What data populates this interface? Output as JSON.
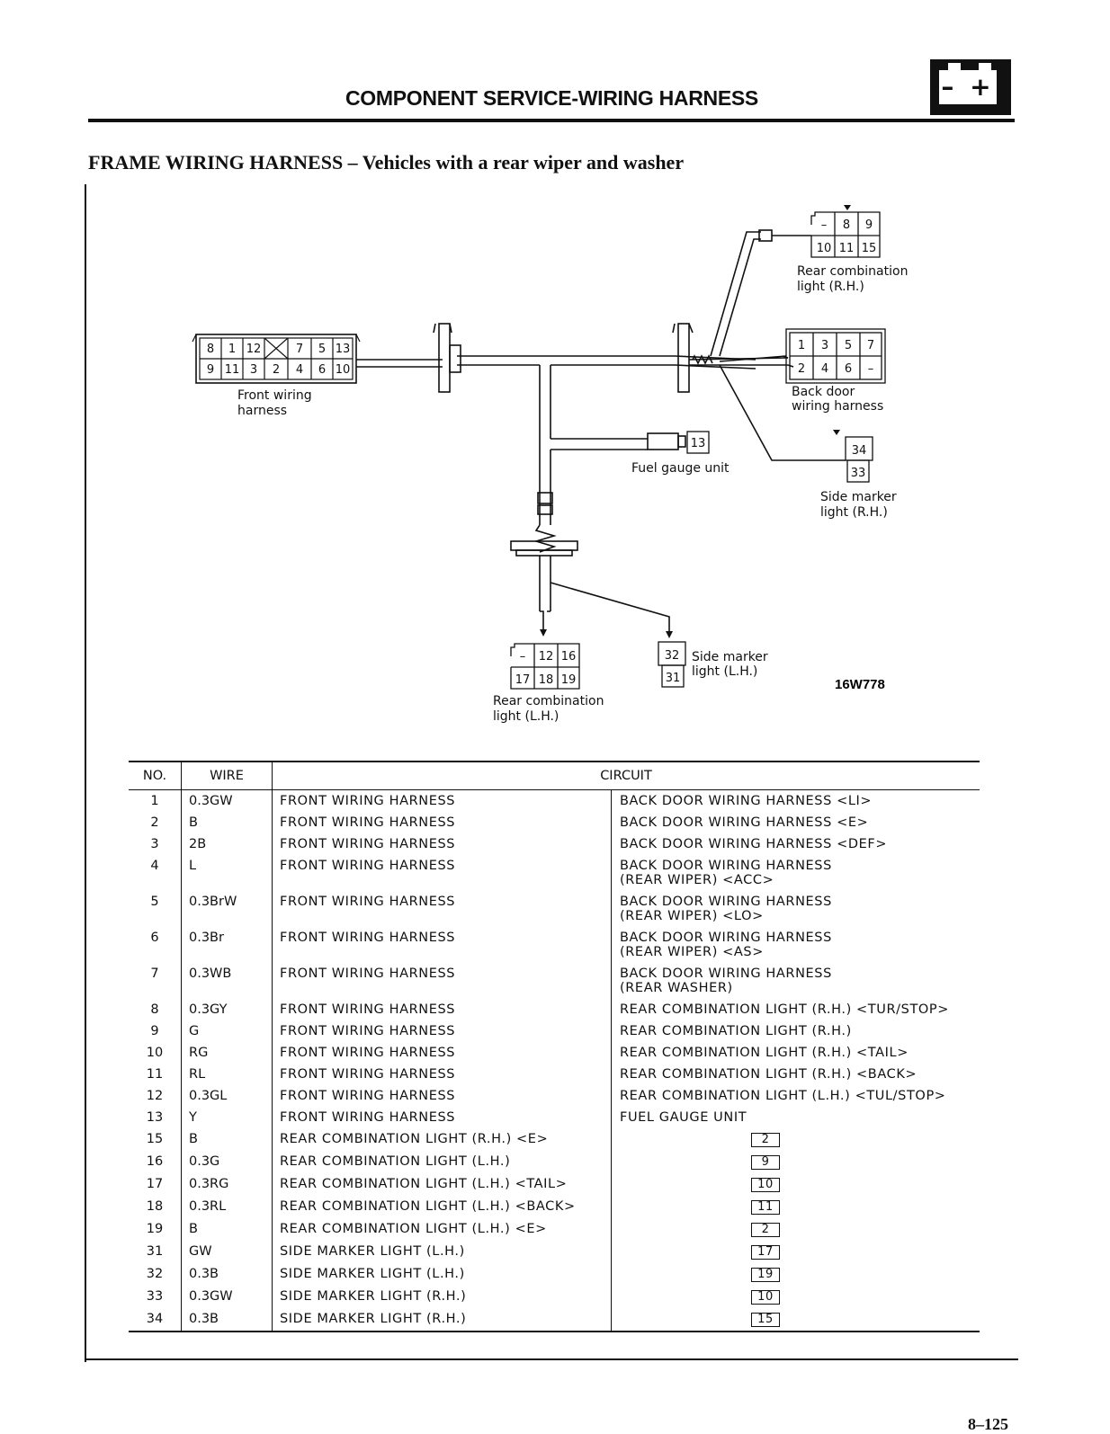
{
  "header": {
    "title": "COMPONENT SERVICE-WIRING HARNESS",
    "icon": "battery-icon",
    "battery_symbol": "– +"
  },
  "section_title": "FRAME  WIRING  HARNESS – Vehicles with a rear wiper and washer",
  "diagram": {
    "ref_code": "16W778",
    "front_connector": {
      "label_line1": "Front wiring",
      "label_line2": "harness",
      "top_pins": [
        "8",
        "1",
        "12",
        "",
        "7",
        "5",
        "13"
      ],
      "bottom_pins": [
        "9",
        "11",
        "3",
        "2",
        "4",
        "6",
        "10"
      ]
    },
    "rear_rh_connector": {
      "label_line1": "Rear combination",
      "label_line2": "light (R.H.)",
      "top_pins": [
        "–",
        "8",
        "9"
      ],
      "bottom_pins": [
        "10",
        "11",
        "15"
      ]
    },
    "back_door_connector": {
      "label_line1": "Back door",
      "label_line2": "wiring harness",
      "top_pins": [
        "1",
        "3",
        "5",
        "7"
      ],
      "bottom_pins": [
        "2",
        "4",
        "6",
        "–"
      ]
    },
    "fuel_gauge": {
      "label": "Fuel gauge unit",
      "pin": "13"
    },
    "side_marker_rh": {
      "label_line1": "Side marker",
      "label_line2": "light (R.H.)",
      "pins": [
        "34",
        "33"
      ]
    },
    "rear_lh_connector": {
      "label_line1": "Rear combination",
      "label_line2": "light (L.H.)",
      "top_pins": [
        "–",
        "12",
        "16"
      ],
      "bottom_pins": [
        "17",
        "18",
        "19"
      ]
    },
    "side_marker_lh": {
      "label_line1": "Side marker",
      "label_line2": "light (L.H.)",
      "pins": [
        "32",
        "31"
      ]
    }
  },
  "table": {
    "headers": {
      "no": "NO.",
      "wire": "WIRE",
      "circuit": "CIRCUIT"
    },
    "rows": [
      {
        "no": "1",
        "wire": "0.3GW",
        "from": "FRONT WIRING HARNESS",
        "to": "BACK DOOR WIRING HARNESS <LI>",
        "to2": ""
      },
      {
        "no": "2",
        "wire": "B",
        "from": "FRONT WIRING HARNESS",
        "to": "BACK DOOR WIRING HARNESS <E>",
        "to2": ""
      },
      {
        "no": "3",
        "wire": "2B",
        "from": "FRONT WIRING HARNESS",
        "to": "BACK DOOR WIRING HARNESS <DEF>",
        "to2": ""
      },
      {
        "no": "4",
        "wire": "L",
        "from": "FRONT WIRING HARNESS",
        "to": "BACK DOOR WIRING HARNESS",
        "to2": "(REAR WIPER) <ACC>"
      },
      {
        "no": "5",
        "wire": "0.3BrW",
        "from": "FRONT WIRING HARNESS",
        "to": "BACK DOOR WIRING HARNESS",
        "to2": "(REAR WIPER) <LO>"
      },
      {
        "no": "6",
        "wire": "0.3Br",
        "from": "FRONT WIRING HARNESS",
        "to": "BACK DOOR WIRING HARNESS",
        "to2": "(REAR WIPER) <AS>"
      },
      {
        "no": "7",
        "wire": "0.3WB",
        "from": "FRONT WIRING HARNESS",
        "to": "BACK DOOR WIRING HARNESS",
        "to2": "(REAR WASHER)"
      },
      {
        "no": "8",
        "wire": "0.3GY",
        "from": "FRONT WIRING HARNESS",
        "to": "REAR COMBINATION LIGHT (R.H.) <TUR/STOP>",
        "to2": ""
      },
      {
        "no": "9",
        "wire": "G",
        "from": "FRONT WIRING HARNESS",
        "to": "REAR COMBINATION LIGHT (R.H.)",
        "to2": ""
      },
      {
        "no": "10",
        "wire": "RG",
        "from": "FRONT WIRING HARNESS",
        "to": "REAR COMBINATION LIGHT (R.H.) <TAIL>",
        "to2": ""
      },
      {
        "no": "11",
        "wire": "RL",
        "from": "FRONT WIRING HARNESS",
        "to": "REAR COMBINATION LIGHT (R.H.) <BACK>",
        "to2": ""
      },
      {
        "no": "12",
        "wire": "0.3GL",
        "from": "FRONT WIRING HARNESS",
        "to": "REAR COMBINATION LIGHT (L.H.) <TUL/STOP>",
        "to2": ""
      },
      {
        "no": "13",
        "wire": "Y",
        "from": "FRONT WIRING HARNESS",
        "to": "FUEL GAUGE UNIT",
        "to2": ""
      },
      {
        "no": "15",
        "wire": "B",
        "from": "REAR COMBINATION LIGHT (R.H.) <E>",
        "pin": "2"
      },
      {
        "no": "16",
        "wire": "0.3G",
        "from": "REAR COMBINATION LIGHT (L.H.)",
        "pin": "9"
      },
      {
        "no": "17",
        "wire": "0.3RG",
        "from": "REAR COMBINATION LIGHT (L.H.) <TAIL>",
        "pin": "10"
      },
      {
        "no": "18",
        "wire": "0.3RL",
        "from": "REAR COMBINATION LIGHT (L.H.) <BACK>",
        "pin": "11"
      },
      {
        "no": "19",
        "wire": "B",
        "from": "REAR COMBINATION LIGHT (L.H.) <E>",
        "pin": "2"
      },
      {
        "no": "31",
        "wire": "GW",
        "from": "SIDE MARKER LIGHT (L.H.)",
        "pin": "17"
      },
      {
        "no": "32",
        "wire": "0.3B",
        "from": "SIDE MARKER LIGHT (L.H.)",
        "pin": "19"
      },
      {
        "no": "33",
        "wire": "0.3GW",
        "from": "SIDE MARKER LIGHT (R.H.)",
        "pin": "10"
      },
      {
        "no": "34",
        "wire": "0.3B",
        "from": "SIDE MARKER LIGHT (R.H.)",
        "pin": "15"
      }
    ]
  },
  "page_number": "8–125"
}
